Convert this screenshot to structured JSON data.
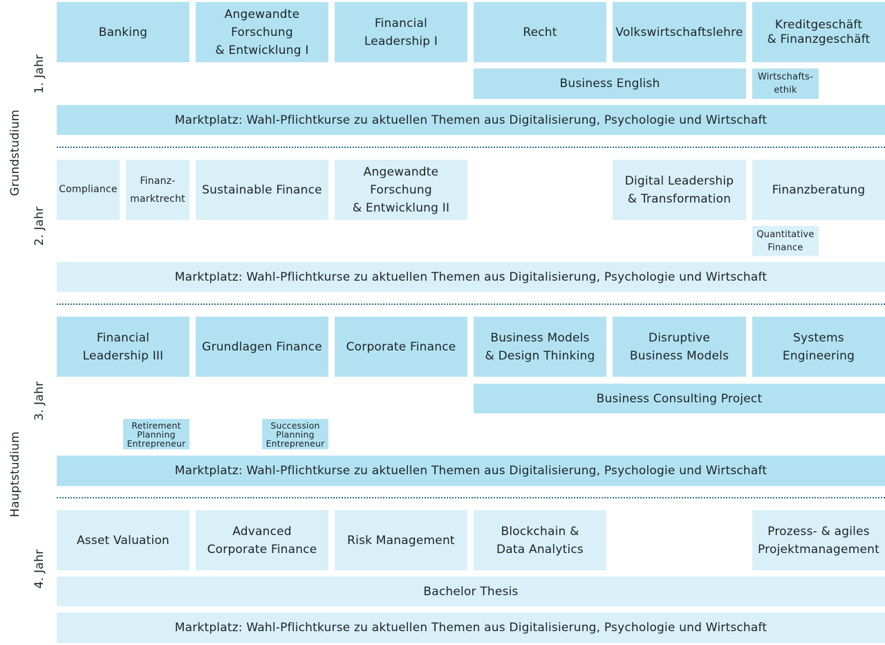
{
  "phases": {
    "grund": "Grundstudium",
    "haupt": "Hauptstudium"
  },
  "years": {
    "y1": "1. Jahr",
    "y2": "2. Jahr",
    "y3": "3. Jahr",
    "y4": "4. Jahr"
  },
  "marketplace_label": "Marktplatz: Wahl-Pflichtkurse zu aktuellen Themen aus Digitalisierung, Psychologie und Wirtschaft",
  "year1": {
    "banking": "Banking",
    "afe1": "Angewandte\nForschung\n& Entwicklung I",
    "fl1": "Financial\nLeadership I",
    "recht": "Recht",
    "vwl": "Volkswirtschaftslehre",
    "kredit": "Kreditgeschäft\n& Finanzgeschäft",
    "business_english": "Business English",
    "wirtschaftsethik": "Wirtschafts-\nethik"
  },
  "year2": {
    "compliance": "Compliance",
    "finanzmarktrecht": "Finanz-\nmarktrecht",
    "sustainable": "Sustainable Finance",
    "afe2": "Angewandte\nForschung\n& Entwicklung II",
    "digital": "Digital Leadership\n& Transformation",
    "finanzberatung": "Finanzberatung",
    "quant": "Quantitative\nFinance"
  },
  "year3": {
    "fl3": "Financial\nLeadership III",
    "grundlagen": "Grundlagen Finance",
    "corporate": "Corporate Finance",
    "bm_design": "Business Models\n& Design Thinking",
    "disruptive": "Disruptive\nBusiness Models",
    "systems": "Systems\nEngineering",
    "consulting": "Business Consulting Project",
    "retirement": "Retirement\nPlanning\nEntrepreneur",
    "succession": "Succession\nPlanning\nEntrepreneur"
  },
  "year4": {
    "asset": "Asset Valuation",
    "acf": "Advanced\nCorporate Finance",
    "risk": "Risk Management",
    "blockchain": "Blockchain &\nData Analytics",
    "prozess": "Prozess- & agiles\nProjektmanagement",
    "thesis": "Bachelor Thesis"
  },
  "colors": {
    "dark_fill": "#b2e2f2",
    "light_fill": "#d9f0f8",
    "separator": "#2a6f86"
  }
}
